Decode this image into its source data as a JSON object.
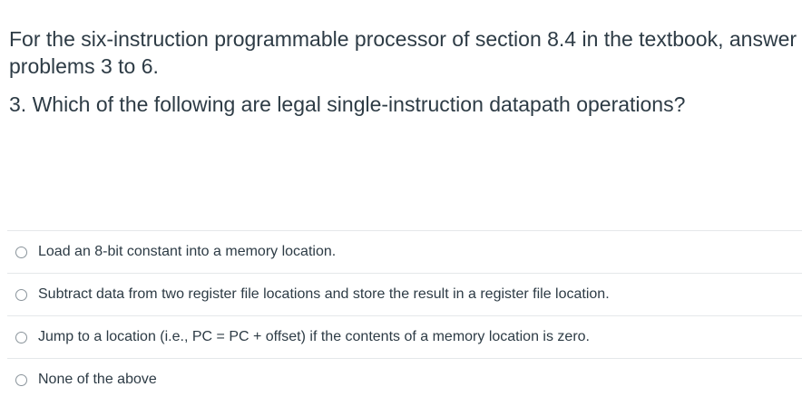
{
  "intro": "For the six-instruction programmable processor of section 8.4 in the textbook, answer problems 3 to 6.",
  "question": "3. Which of the following are legal single-instruction datapath operations?",
  "answers": [
    "Load an 8-bit constant into a memory location.",
    "Subtract data from two register file locations and store the result in a register file location.",
    "Jump to a location (i.e., PC = PC + offset) if the contents of a memory location is zero.",
    "None of the above"
  ]
}
